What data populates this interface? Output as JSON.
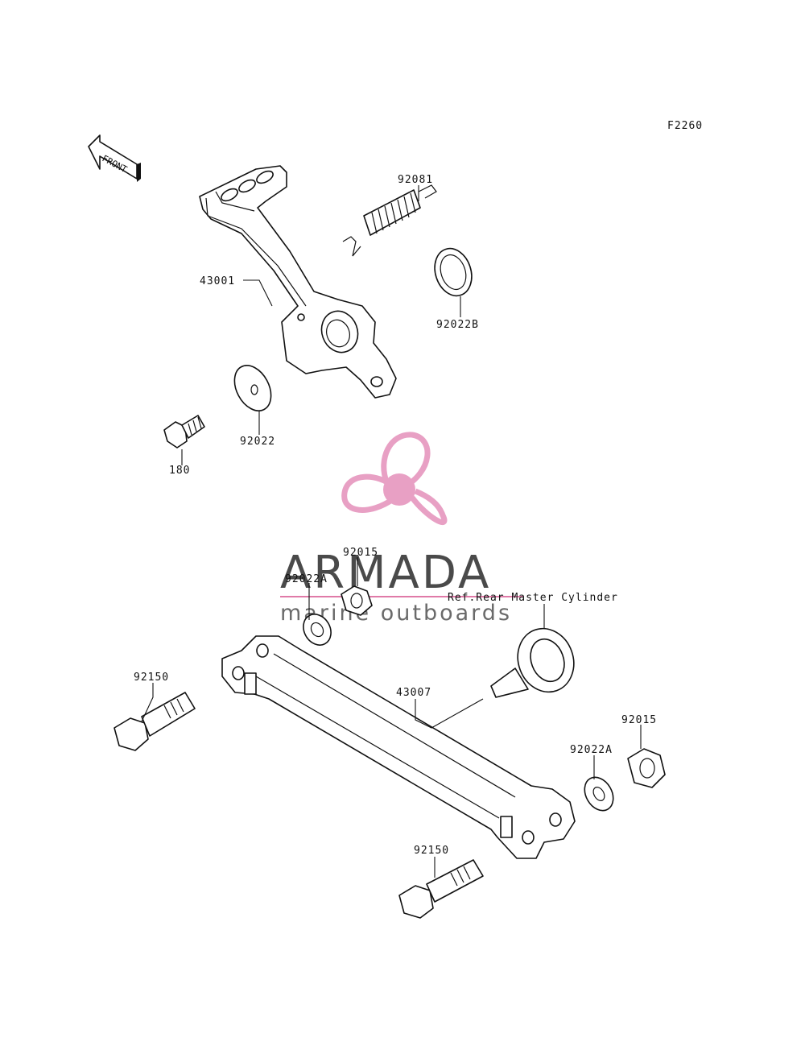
{
  "figure_code": "F2260",
  "front_label": "FRONT",
  "watermark": {
    "brand": "ARMADA",
    "tagline": "marine outboards",
    "accent_color": "#e8a0c4",
    "line_color": "#e07aa8"
  },
  "callouts": {
    "spring": "92081",
    "pedal": "43001",
    "washer_b": "92022B",
    "washer": "92022",
    "bolt_small": "180",
    "nut_top": "92015",
    "washer_a_top": "92022A",
    "ref_note": "Ref.Rear Master Cylinder",
    "bolt_left": "92150",
    "rod": "43007",
    "nut_right": "92015",
    "washer_a_right": "92022A",
    "bolt_bottom": "92150"
  }
}
